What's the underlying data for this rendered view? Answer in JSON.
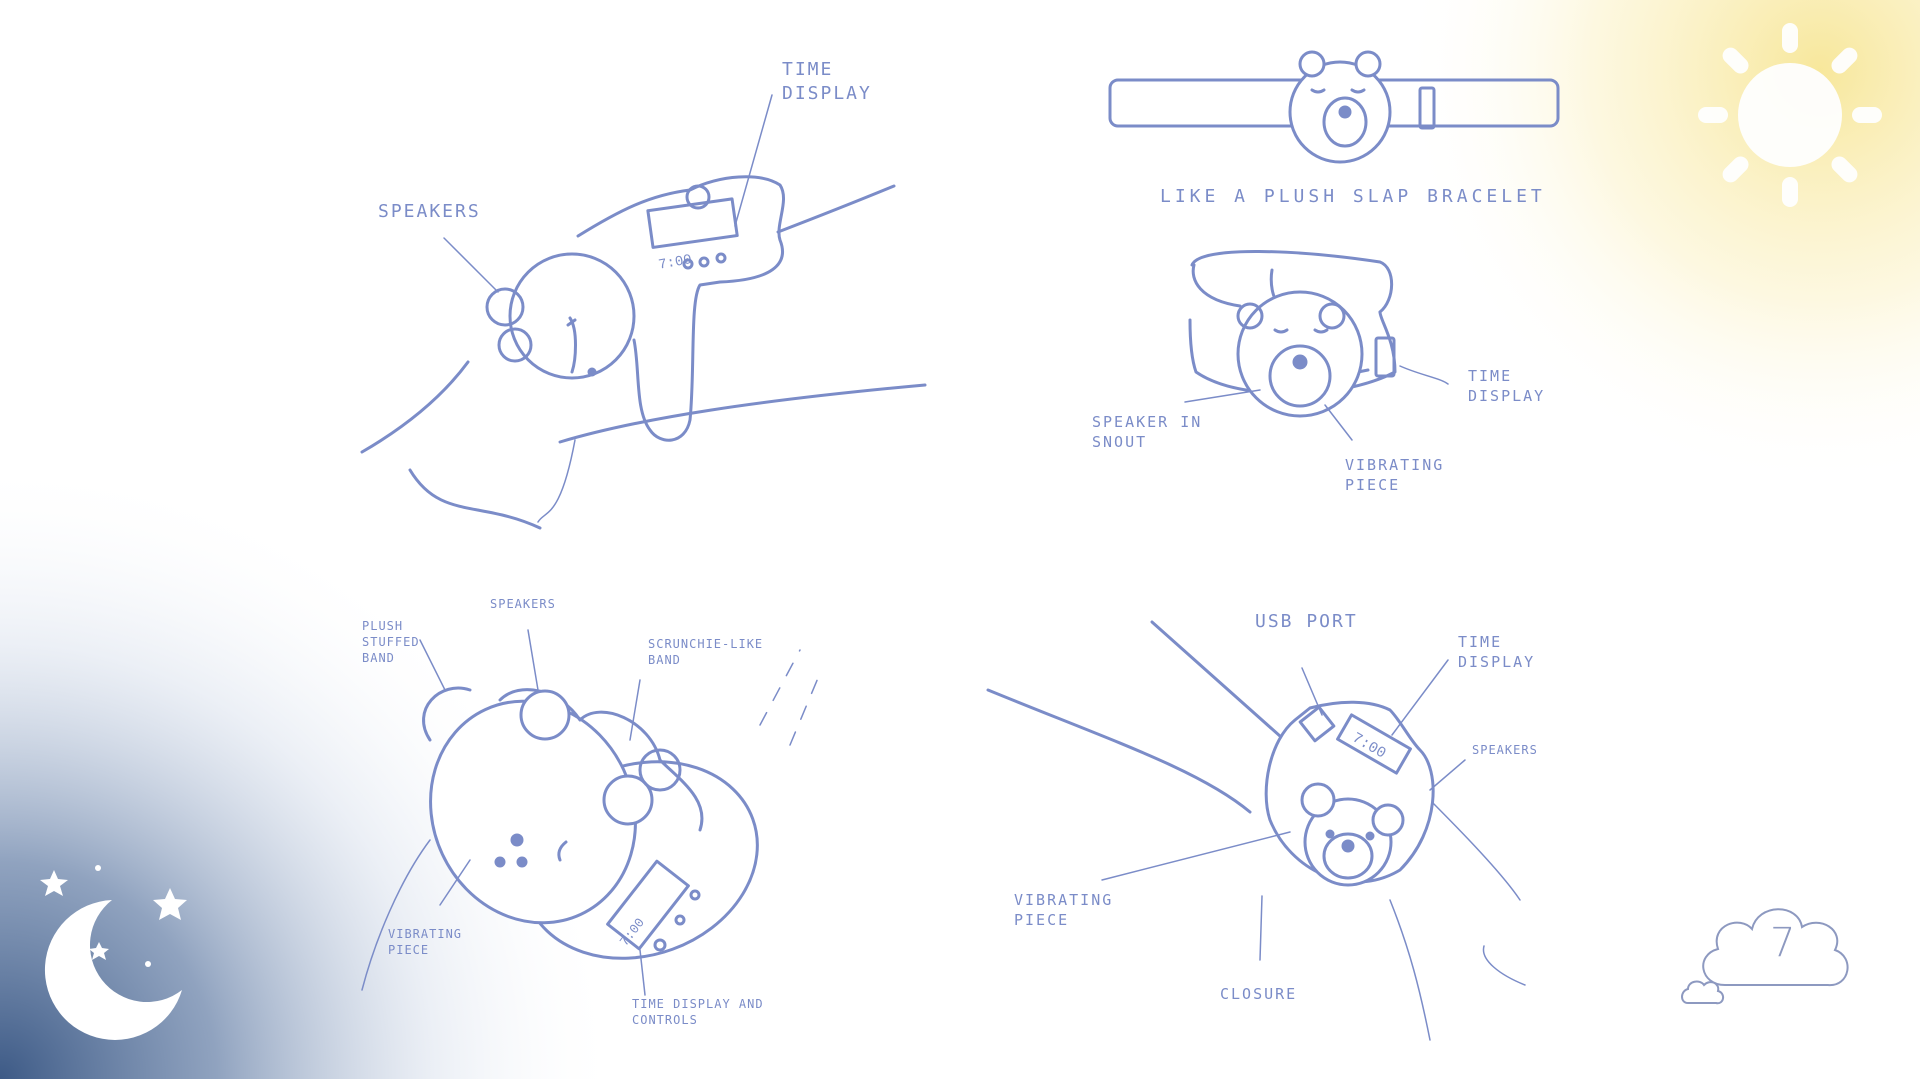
{
  "sketch1": {
    "time_display": "TIME\nDISPLAY",
    "speakers": "SPEAKERS",
    "clock_value": "7:00"
  },
  "sketch2": {
    "caption": "LIKE A PLUSH SLAP BRACELET",
    "time_display": "TIME\nDISPLAY",
    "speaker": "SPEAKER IN\nSNOUT",
    "vibrating": "VIBRATING\nPIECE"
  },
  "sketch3": {
    "plush_band": "PLUSH\nSTUFFED\nBAND",
    "speakers": "SPEAKERS",
    "scrunchie": "SCRUNCHIE-LIKE\nBAND",
    "vibrating": "VIBRATING\nPIECE",
    "display_controls": "TIME DISPLAY AND\nCONTROLS",
    "clock_value": "7:00"
  },
  "sketch4": {
    "usb": "USB PORT",
    "time_display": "TIME\nDISPLAY",
    "speakers": "SPEAKERS",
    "vibrating": "VIBRATING\nPIECE",
    "closure": "CLOSURE",
    "clock_value": "7:00"
  },
  "page_number": "7",
  "colors": {
    "sketch": "#7b8cc8",
    "sun": "#f7e48a",
    "night": "#3d5a86"
  }
}
